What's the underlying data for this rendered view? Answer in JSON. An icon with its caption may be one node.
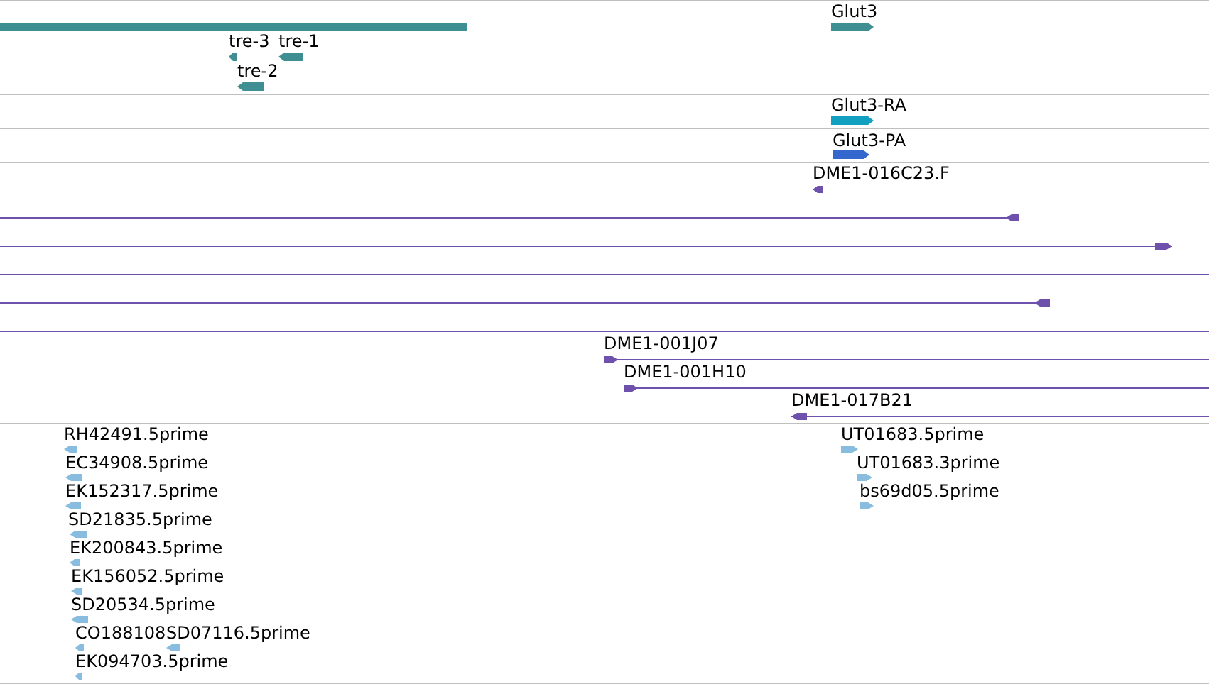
{
  "diagram": {
    "nodes": [
      {
        "text": [],
        "shape": "bar"
      },
      {
        "text": [
          "Glut3"
        ]
      },
      {
        "text": [
          "tre-3"
        ]
      },
      {
        "text": [
          "tre-1"
        ]
      },
      {
        "text": [
          "tre-2"
        ]
      },
      {
        "text": [
          "Glut3-RA"
        ]
      },
      {
        "text": [
          "Glut3-PA"
        ]
      },
      {
        "text": [
          "DME1-016C23.F"
        ]
      },
      {
        "text": [],
        "shape": "line"
      },
      {
        "text": [],
        "shape": "line"
      },
      {
        "text": [],
        "shape": "line"
      },
      {
        "text": [],
        "shape": "line"
      },
      {
        "text": [],
        "shape": "line"
      },
      {
        "text": [
          "DME1-001J07"
        ]
      },
      {
        "text": [
          "DME1-001H10"
        ]
      },
      {
        "text": [
          "DME1-017B21"
        ]
      },
      {
        "text": [
          "RH42491.5prime"
        ]
      },
      {
        "text": [
          "UT01683.5prime"
        ]
      },
      {
        "text": [
          "EC34908.5prime"
        ]
      },
      {
        "text": [
          "UT01683.3prime"
        ]
      },
      {
        "text": [
          "EK152317.5prime"
        ]
      },
      {
        "text": [
          "bs69d05.5prime"
        ]
      },
      {
        "text": [
          "SD21835.5prime"
        ]
      },
      {
        "text": [
          "EK200843.5prime"
        ]
      },
      {
        "text": [
          "EK156052.5prime"
        ]
      },
      {
        "text": [
          "SD20534.5prime"
        ]
      },
      {
        "text": [
          "CO188108"
        ]
      },
      {
        "text": [
          "SD07116.5prime"
        ]
      },
      {
        "text": [
          "EK094703.5prime"
        ]
      }
    ]
  }
}
